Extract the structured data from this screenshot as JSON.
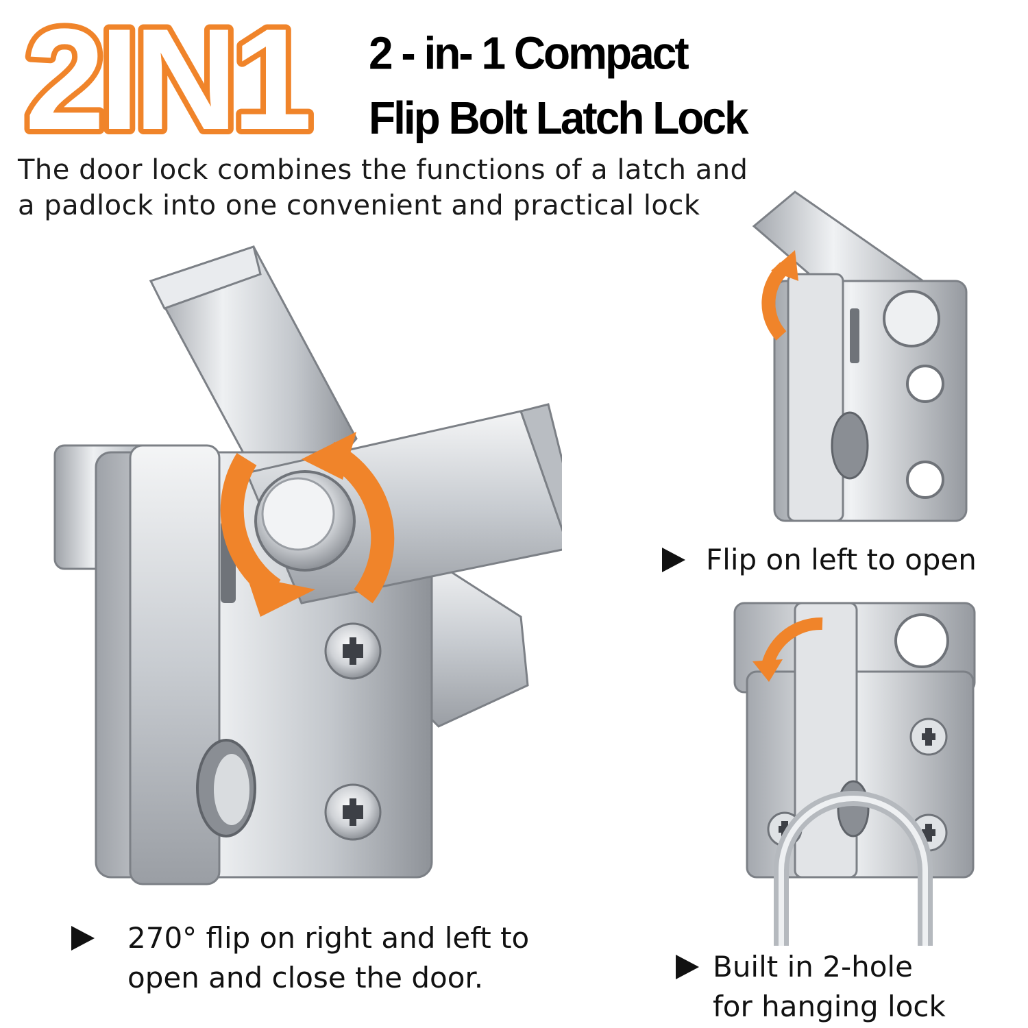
{
  "badge": {
    "text": "2IN1",
    "color": "#F0842A"
  },
  "headline": {
    "line1": "2 - in- 1 Compact",
    "line2": "Flip Bolt Latch Lock"
  },
  "intro": {
    "line1": "The door lock combines the functions of a latch and",
    "line2": "a padlock into one convenient and practical lock"
  },
  "captions": {
    "main": {
      "line1": "270° flip on right and left to",
      "line2": "open and close the door."
    },
    "top_right": {
      "line1": "Flip on left to open"
    },
    "bottom_right": {
      "line1": "Built in 2-hole",
      "line2": "for hanging lock"
    }
  },
  "colors": {
    "accent": "#F0842A",
    "metal": "#C9CCD0",
    "text": "#111111"
  },
  "icons": [
    "rotate-arrows-icon",
    "flip-left-arrow-icon",
    "bullet-arrow-icon"
  ]
}
